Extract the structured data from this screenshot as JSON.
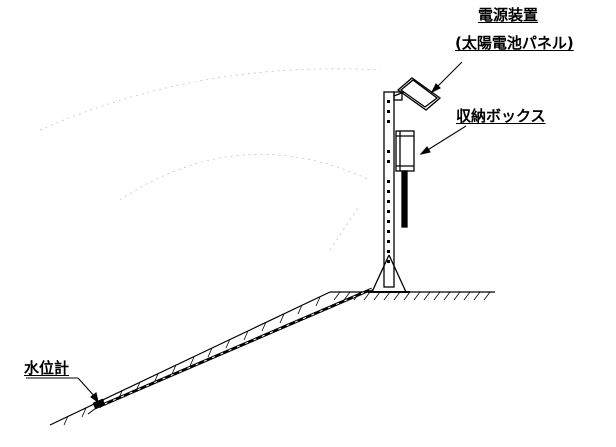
{
  "labels": {
    "power_supply": "電源装置",
    "power_supply_detail": "(太陽電池パネル)",
    "storage_box": "収納ボックス",
    "water_level_gauge": "水位計"
  }
}
